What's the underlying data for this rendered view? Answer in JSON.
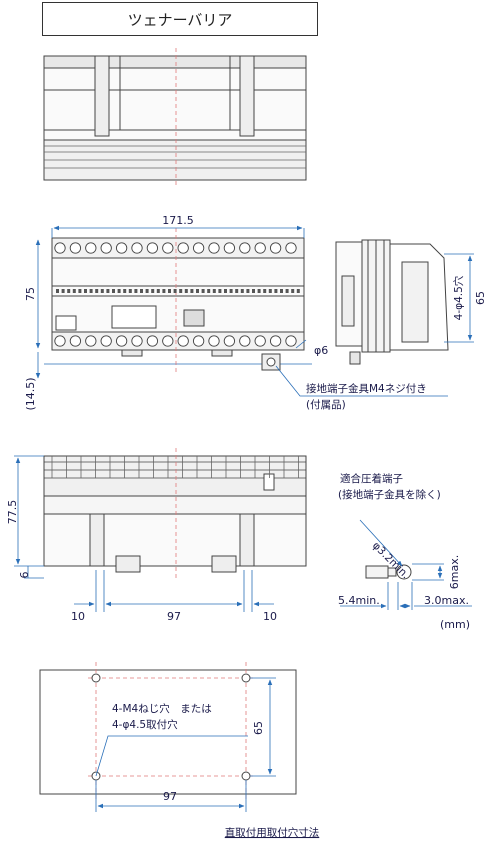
{
  "title": "ツェナーバリア",
  "front": {
    "width": "171.5",
    "height": "75",
    "offset": "(14.5)",
    "hole": "φ6"
  },
  "side": {
    "holes": "4-φ4.5穴",
    "pitch": "65"
  },
  "ground": {
    "line1": "接地端子金具M4ネジ付き",
    "line2": "(付属品)"
  },
  "bottom": {
    "height": "77.5",
    "foot": "6",
    "left": "10",
    "center": "97",
    "right": "10"
  },
  "terminal": {
    "line1": "適合圧着端子",
    "line2": "(接地端子金具を除く)",
    "d": "φ3.2min.",
    "h": "6max.",
    "w1": "5.4min.",
    "w2": "3.0max.",
    "unit": "(mm)"
  },
  "mount": {
    "line1": "4-M4ねじ穴　または",
    "line2": "4-φ4.5取付穴",
    "v": "65",
    "h": "97",
    "caption": "直取付用取付穴寸法"
  }
}
